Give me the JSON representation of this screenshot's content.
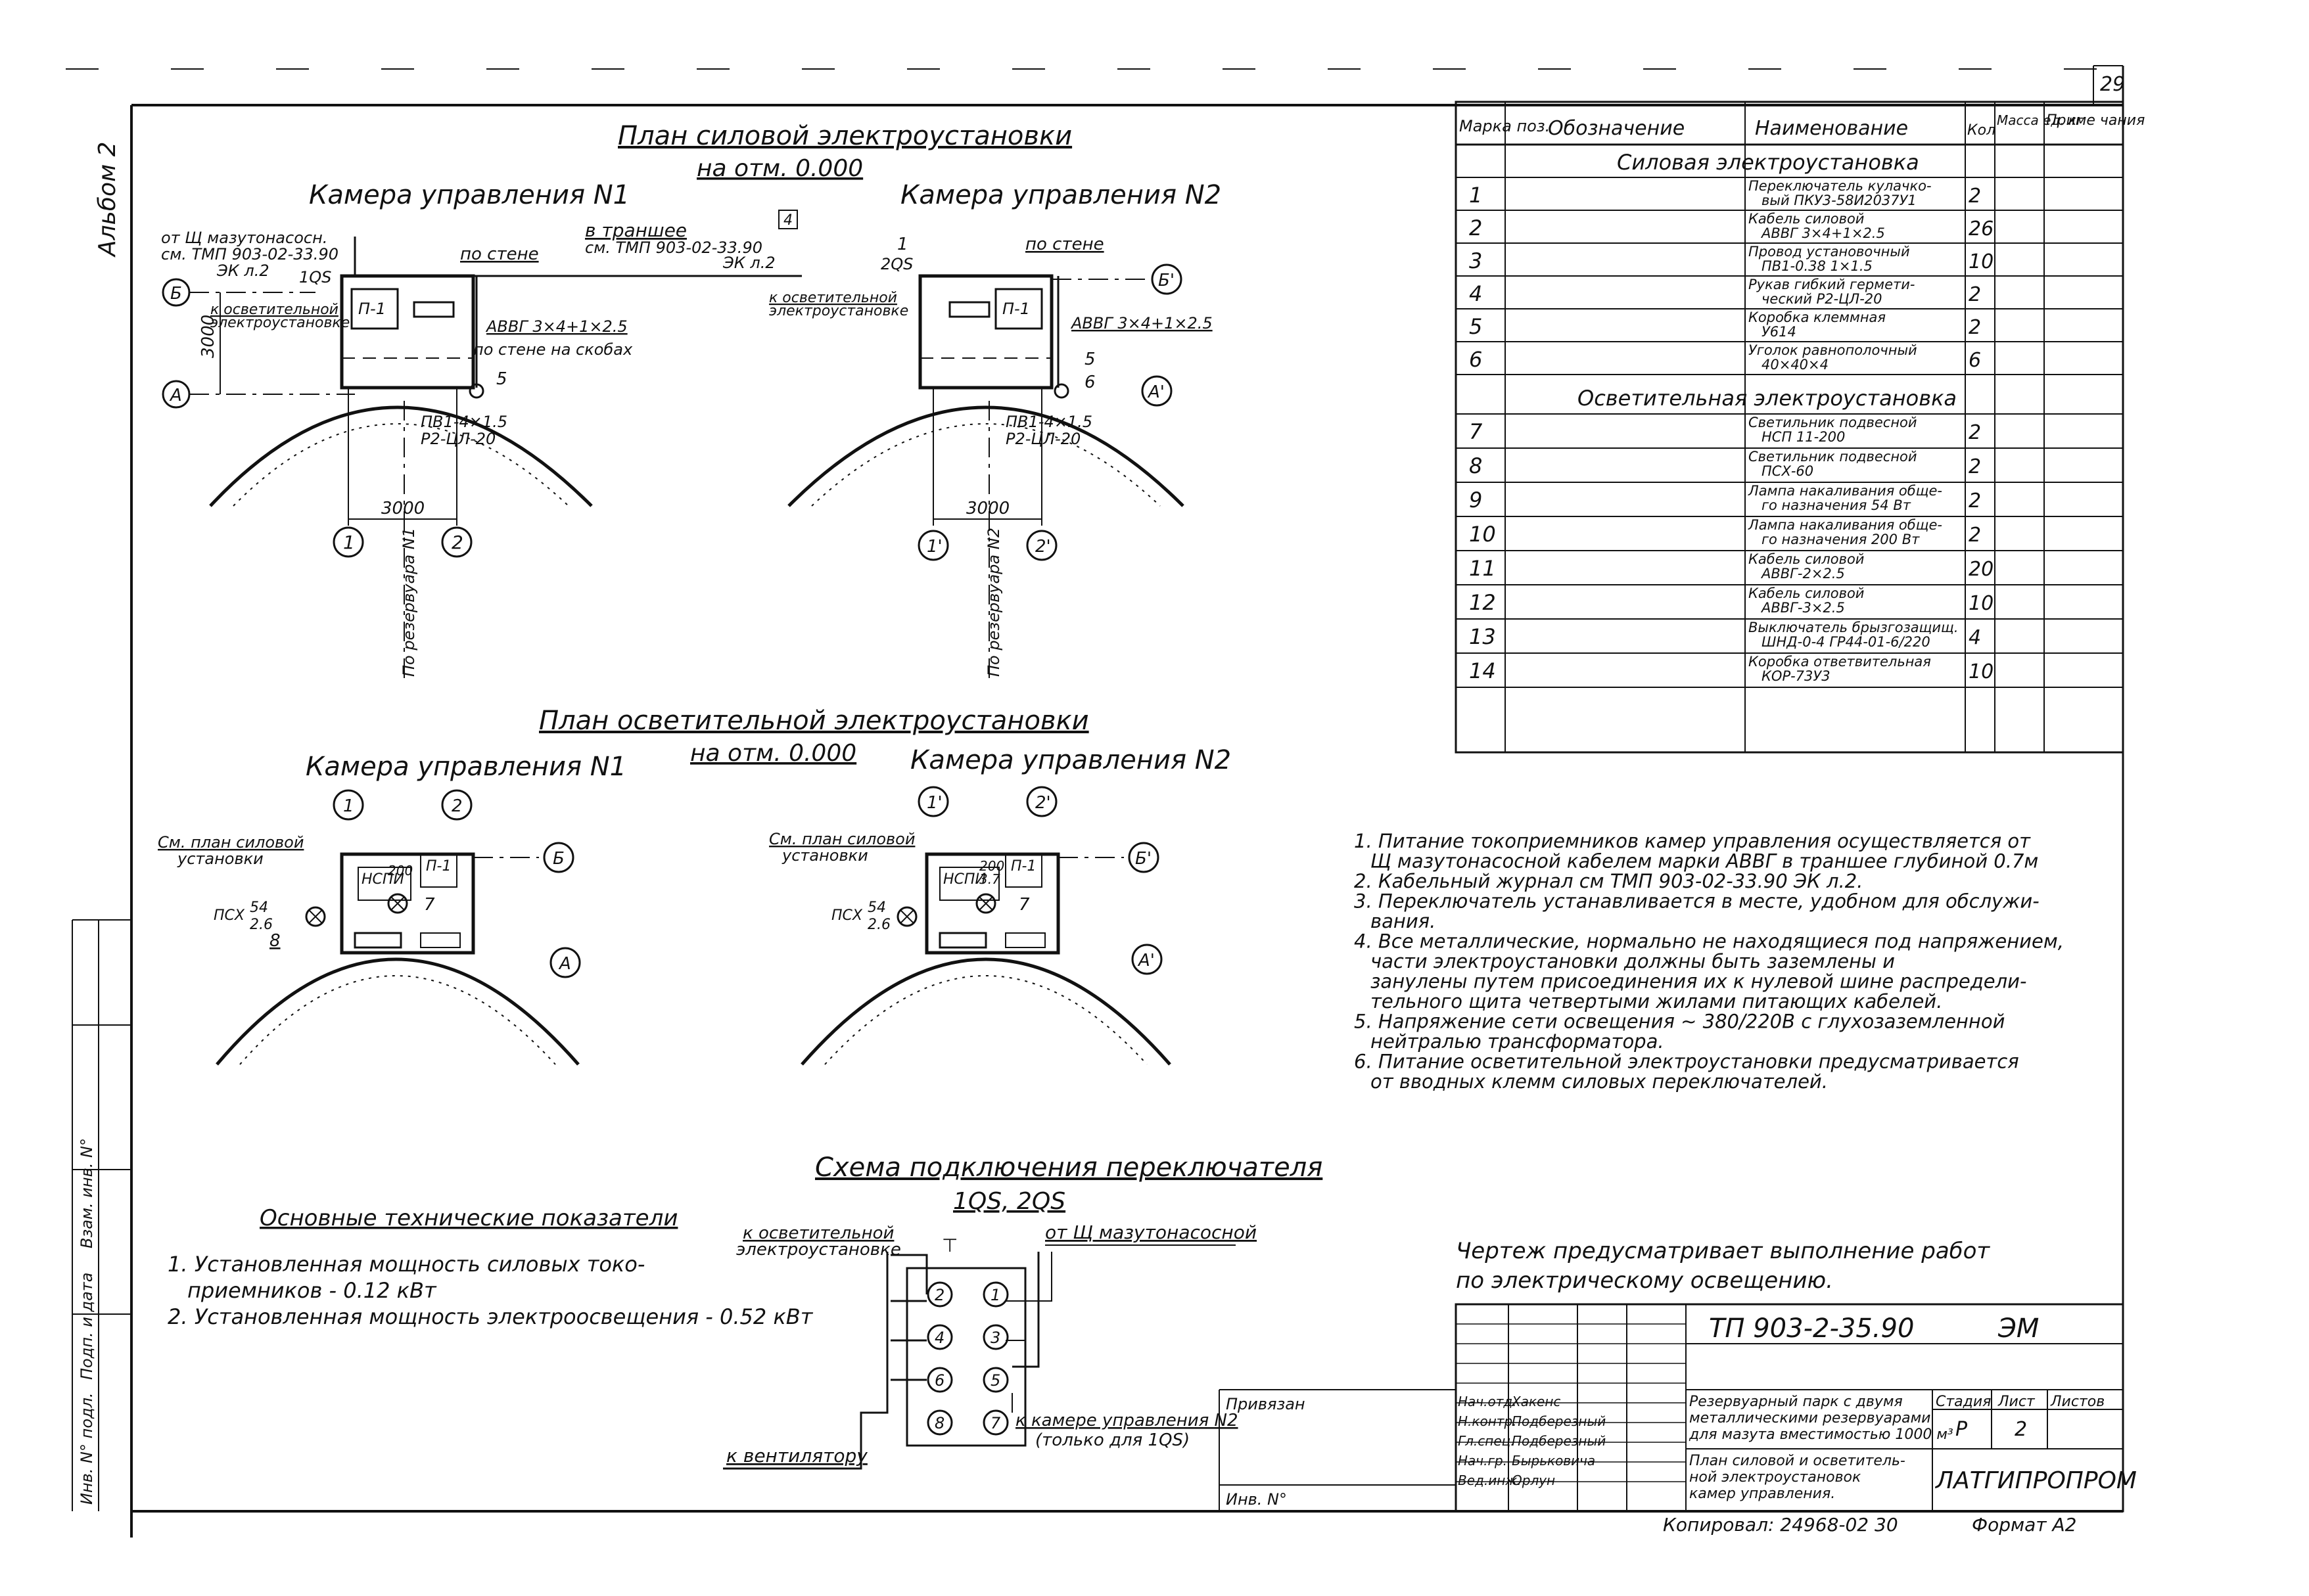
{
  "sheet_number": "29",
  "album": "Альбом 2",
  "power_plan": {
    "title": "План силовой электроустановки",
    "subtitle": "на отм. 0.000",
    "chamber1": {
      "title": "Камера управления N1",
      "label_shield": "от Щ мазутонасосн.",
      "label_ref": "см. ТМП 903-02-33.90",
      "label_ek": "ЭК л.2",
      "label_1qs": "1QS",
      "label_b": "Б",
      "label_a": "А",
      "dim_3000v": "3000",
      "label_wall": "по стене",
      "label_to_light": "к осветительной",
      "label_to_light2": "электроустановке",
      "panel": "П-1",
      "cable": "АВВГ 3×4+1×2.5",
      "cable_route": "по стене на скобах",
      "n5": "5",
      "wire": "ПВ1-4×1.5",
      "hose": "Р2-ЦЛ-20",
      "dim_3000h": "3000",
      "axis1": "1",
      "axis2": "2",
      "to_tank": "По резервуара N1"
    },
    "chamber2": {
      "title": "Камера управления N2",
      "label_trench": "в траншее",
      "label_ref": "см. ТМП 903-02-33.90",
      "label_ek": "ЭК л.2",
      "label_box": "4",
      "n1": "1",
      "label_2qs": "2QS",
      "label_wall": "по стене",
      "label_b": "Б'",
      "label_to_light": "к осветительной",
      "label_to_light2": "электроустановке",
      "panel": "П-1",
      "cable": "АВВГ 3×4+1×2.5",
      "n5": "5",
      "n6": "6",
      "label_a": "А'",
      "wire": "ПВ1-4×1.5",
      "hose": "Р2-ЦЛ-20",
      "dim_3000h": "3000",
      "axis1": "1'",
      "axis2": "2'",
      "to_tank": "По резервуара N2"
    }
  },
  "light_plan": {
    "title": "План осветительной электроустановки",
    "subtitle": "на отм. 0.000",
    "chamber1": {
      "title": "Камера управления N1",
      "axis1": "1",
      "axis2": "2",
      "see": "См. план силовой",
      "see2": "установки",
      "lamp_nspi": "НСПИ",
      "lamp_200": "200",
      "panel": "П-1",
      "n7": "7",
      "label_b": "Б",
      "psh": "ПСХ",
      "psh_top": "54",
      "psh_bot": "2.6",
      "n8": "8",
      "label_a": "А"
    },
    "chamber2": {
      "title": "Камера управления N2",
      "axis1": "1'",
      "axis2": "2'",
      "see": "См. план силовой",
      "see2": "установки",
      "lamp_nspi": "НСПИ",
      "lamp_200": "200",
      "lamp_3": "3.7",
      "panel": "П-1",
      "n7": "7",
      "label_b": "Б'",
      "psh": "ПСХ",
      "psh_top": "54",
      "psh_bot": "2.6",
      "label_a": "А'"
    }
  },
  "spec_table": {
    "headers": [
      "Марка поз.",
      "Обозначение",
      "Наименование",
      "Кол",
      "Масса ед. кг",
      "Приме чания"
    ],
    "section_power": "Силовая электроустановка",
    "section_light": "Осветительная электроустановка",
    "rows_power": [
      {
        "pos": "1",
        "name1": "Переключатель кулачко-",
        "name2": "вый ПКУ3-58И2037У1",
        "qty": "2"
      },
      {
        "pos": "2",
        "name1": "Кабель силовой",
        "name2": "АВВГ 3×4+1×2.5",
        "qty": "26"
      },
      {
        "pos": "3",
        "name1": "Провод установочный",
        "name2": "ПВ1-0.38 1×1.5",
        "qty": "10"
      },
      {
        "pos": "4",
        "name1": "Рукав гибкий гермети-",
        "name2": "ческий Р2-ЦЛ-20",
        "qty": "2"
      },
      {
        "pos": "5",
        "name1": "Коробка клеммная",
        "name2": "У614",
        "qty": "2"
      },
      {
        "pos": "6",
        "name1": "Уголок равнополочный",
        "name2": "40×40×4",
        "qty": "6"
      }
    ],
    "rows_light": [
      {
        "pos": "7",
        "name1": "Светильник подвесной",
        "name2": "НСП 11-200",
        "qty": "2"
      },
      {
        "pos": "8",
        "name1": "Светильник подвесной",
        "name2": "ПСХ-60",
        "qty": "2"
      },
      {
        "pos": "9",
        "name1": "Лампа накаливания обще-",
        "name2": "го назначения 54 Вт",
        "qty": "2"
      },
      {
        "pos": "10",
        "name1": "Лампа накаливания обще-",
        "name2": "го назначения 200 Вт",
        "qty": "2"
      },
      {
        "pos": "11",
        "name1": "Кабель силовой",
        "name2": "АВВГ-2×2.5",
        "qty": "20"
      },
      {
        "pos": "12",
        "name1": "Кабель силовой",
        "name2": "АВВГ-3×2.5",
        "qty": "10"
      },
      {
        "pos": "13",
        "name1": "Выключатель брызгозащищ.",
        "name2": "ШНД-0-4 ГР44-01-6/220",
        "qty": "4"
      },
      {
        "pos": "14",
        "name1": "Коробка ответвительная",
        "name2": "КОР-73У3",
        "qty": "10"
      }
    ]
  },
  "notes": [
    "1. Питание токоприемников камер управления осуществляется от",
    "Щ мазутонасосной кабелем марки АВВГ в траншее глубиной 0.7м",
    "2. Кабельный журнал см ТМП 903-02-33.90 ЭК л.2.",
    "3. Переключатель устанавливается в месте, удобном для обслужи-",
    "вания.",
    "4. Все металлические, нормально не находящиеся под напряжением,",
    "части электроустановки должны быть заземлены и",
    "занулены путем присоединения их к нулевой шине распредели-",
    "тельного щита четвертыми жилами питающих кабелей.",
    "5. Напряжение сети освещения ~ 380/220В с глухозаземленной",
    "нейтралью трансформатора.",
    "6. Питание осветительной электроустановки предусматривается",
    "от вводных клемм силовых переключателей."
  ],
  "scheme": {
    "title": "Схема подключения переключателя",
    "subtitle": "1QS, 2QS",
    "label_light": "к осветительной",
    "label_light2": "электроустановке",
    "label_shield": "от Щ мазутонасосной",
    "terminals": [
      "2",
      "1",
      "4",
      "3",
      "6",
      "5",
      "8",
      "7"
    ],
    "label_chamber2": "к камере управления N2",
    "label_only1qs": "(только для 1QS)",
    "label_fan": "к вентилятору"
  },
  "tech": {
    "title": "Основные технические показатели",
    "line1": "1. Установленная мощность силовых токо-",
    "line2": "приемников - 0.12 кВт",
    "line3": "2. Установленная мощность электроосвещения - 0.52 кВт"
  },
  "drawing_note": {
    "line1": "Чертеж предусматривает выполнение работ",
    "line2": "по электрическому освещению."
  },
  "title_block": {
    "code": "ТП 903-2-35.90",
    "mark": "ЭМ",
    "project1": "Резервуарный парк с двумя",
    "project2": "металлическими резервуарами",
    "project3": "для мазута вместимостью 1000 м³",
    "stage_h": "Стадия",
    "sheet_h": "Лист",
    "sheets_h": "Листов",
    "stage": "Р",
    "sheet": "2",
    "sheet_title1": "План силовой и осветитель-",
    "sheet_title2": "ной электроустановок",
    "sheet_title3": "камер управления.",
    "org": "ЛАТГИПРОПРОМ",
    "privyazan": "Привязан",
    "inv": "Инв. N°",
    "roles": [
      "Нач.отд.",
      "Н.контр.",
      "Гл.спец.",
      "Нач.гр.",
      "Вед.инж."
    ],
    "names": [
      "Хакенс",
      "Подберезный",
      "Подберезный",
      "Бырьковича",
      "Орлун"
    ],
    "copied": "Копировал: 24968-02 30",
    "format": "Формат А2"
  },
  "left_stamp": [
    "Инв. N° подл.",
    "Подп. и дата",
    "Взам. инв. N°"
  ]
}
